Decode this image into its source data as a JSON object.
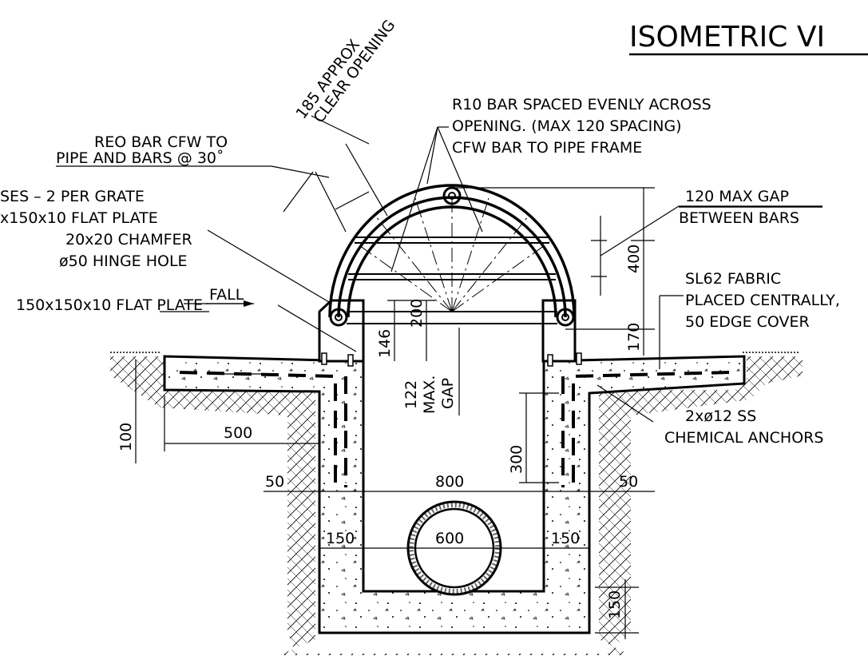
{
  "title": "ISOMETRIC VI",
  "labels": {
    "clear_opening_1": "185 APPROX",
    "clear_opening_2": "CLEAR OPENING",
    "reo_bar_1": "REO BAR CFW TO",
    "reo_bar_2": "PIPE AND BARS @ 30˚",
    "r10_bar_1": "R10 BAR SPACED EVENLY ACROSS",
    "r10_bar_2": "OPENING. (MAX 120 SPACING)",
    "r10_bar_3": "CFW BAR TO PIPE FRAME",
    "hinges_1": "SES – 2 PER GRATE",
    "hinges_2": "x150x10 FLAT PLATE",
    "hinges_3": "20x20 CHAMFER",
    "hinges_4": "ø50 HINGE HOLE",
    "flat_plate": "150x150x10 FLAT PLATE",
    "max_gap_1": "120 MAX GAP",
    "max_gap_2": "BETWEEN BARS",
    "fabric_1": "SL62 FABRIC",
    "fabric_2": "PLACED CENTRALLY,",
    "fabric_3": "50 EDGE COVER",
    "fall": "FALL",
    "anchors_1": "2xø12 SS",
    "anchors_2": "CHEMICAL ANCHORS",
    "gap_1": "122",
    "gap_2": "MAX.",
    "gap_3": "GAP"
  },
  "dimensions": {
    "d400": "400",
    "d170": "170",
    "d146": "146",
    "d200": "200",
    "d100": "100",
    "d500": "500",
    "d300": "300",
    "d50_left": "50",
    "d800": "800",
    "d50_right": "50",
    "d150_left": "150",
    "d600": "600",
    "d150_right": "150",
    "d150_base": "150"
  }
}
